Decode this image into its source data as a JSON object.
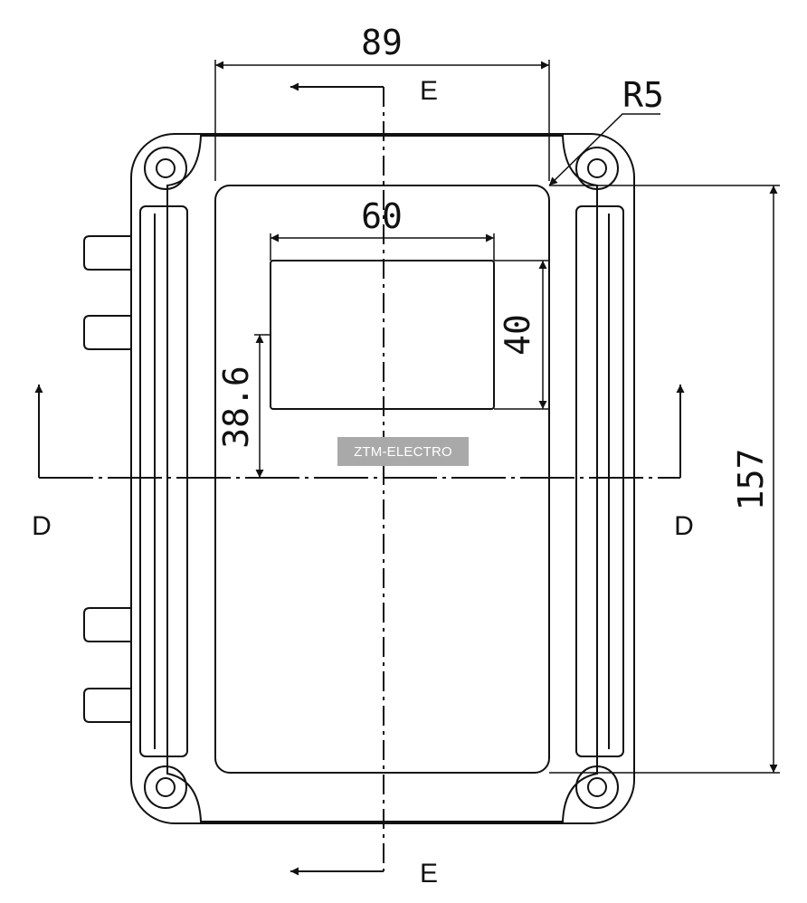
{
  "dimensions": {
    "width_top": "89",
    "inner_width": "60",
    "inner_height": "40",
    "offset_left": "38.6",
    "height_right": "157",
    "radius": "R5"
  },
  "section_labels": {
    "e_top": "E",
    "e_bottom": "E",
    "d_left": "D",
    "d_right": "D"
  },
  "watermark": "ZTM-ELECTRO"
}
